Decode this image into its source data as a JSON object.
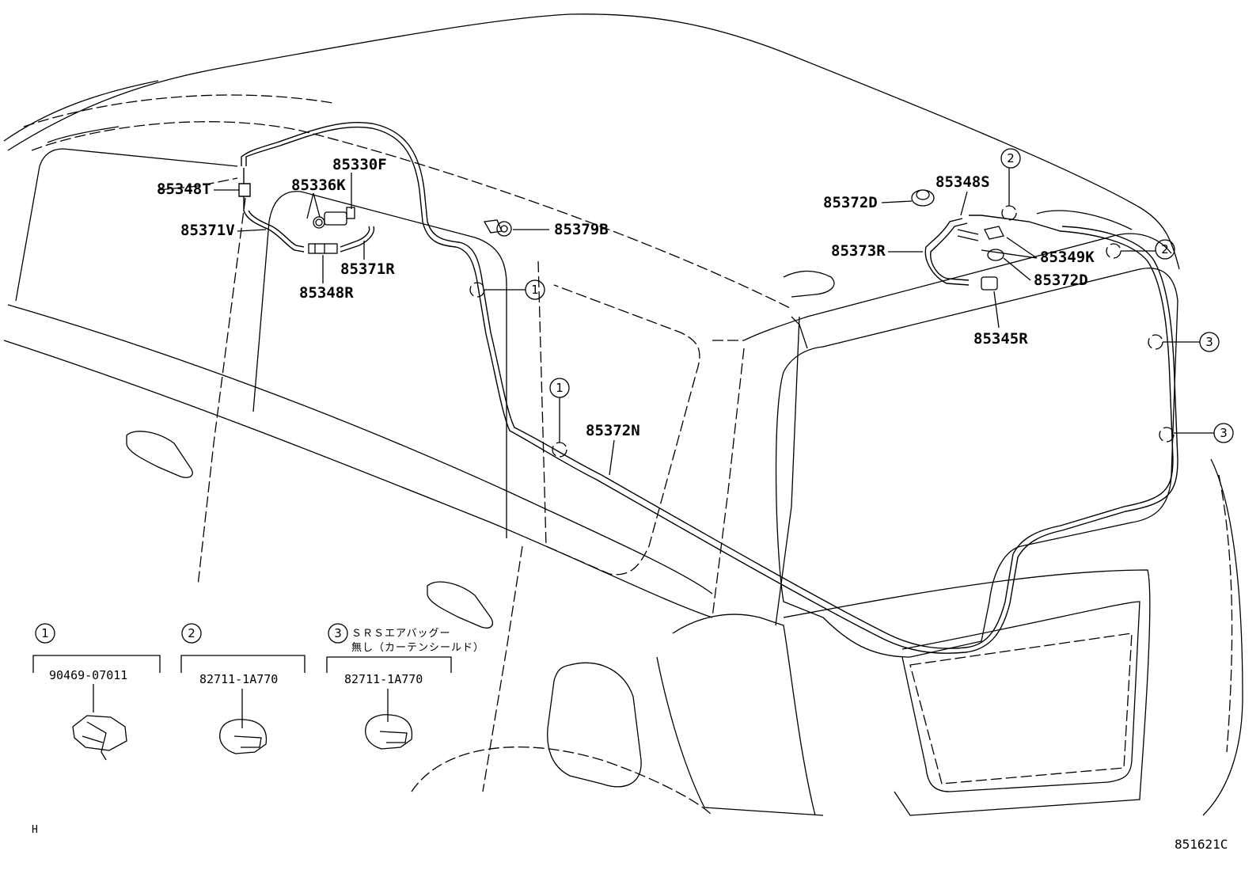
{
  "parts": {
    "p85330F": "85330F",
    "p85348T": "85348T",
    "p85336K": "85336K",
    "p85371V": "85371V",
    "p85371R": "85371R",
    "p85348R": "85348R",
    "p85379B": "85379B",
    "p85372N": "85372N",
    "p85372D_top": "85372D",
    "p85348S": "85348S",
    "p85373R": "85373R",
    "p85349K": "85349K",
    "p85372D_side": "85372D",
    "p85345R": "85345R"
  },
  "callouts": {
    "c1": "1",
    "c2": "2",
    "c3": "3"
  },
  "legend": {
    "clip1_part": "90469-07011",
    "clip2_part": "82711-1A770",
    "clip3_part": "82711-1A770",
    "clip3_note_line1": "ＳＲＳエアバッグー",
    "clip3_note_line2": "無し（カーテンシールド）"
  },
  "footer": {
    "corner_mark": "H",
    "diagram_code": "851621C"
  }
}
